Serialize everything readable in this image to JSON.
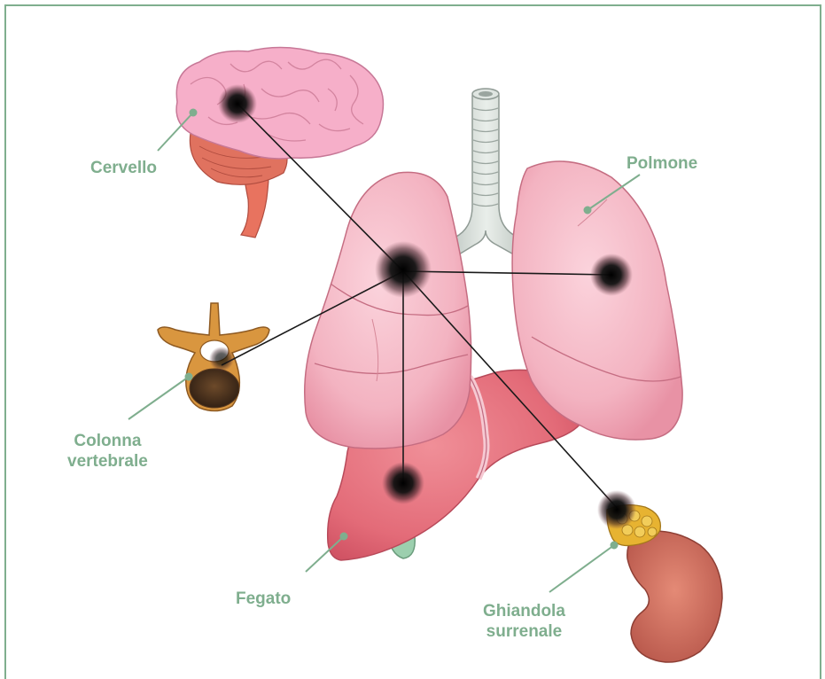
{
  "labels": {
    "brain": "Cervello",
    "lung": "Polmone",
    "spine_line1": "Colonna",
    "spine_line2": "vertebrale",
    "liver": "Fegato",
    "adrenal_line1": "Ghiandola",
    "adrenal_line2": "surrenale"
  },
  "colors": {
    "label_green": "#7fae8e",
    "frame_green": "#7fae8e",
    "lung_pink": "#f3b6c3",
    "brain_pink": "#f4a9c6",
    "liver_red": "#e46e7a",
    "vertebra_orange": "#d9963f",
    "kidney_brown": "#c9675a",
    "adrenal_yellow": "#e7b331",
    "trachea_grey": "#cfd6d2",
    "tumor_black": "#111111"
  },
  "icons": [
    "brain-icon",
    "lungs-icon",
    "trachea-icon",
    "vertebra-icon",
    "liver-icon",
    "kidney-icon",
    "adrenal-gland-icon",
    "tumor-spot-icon"
  ]
}
